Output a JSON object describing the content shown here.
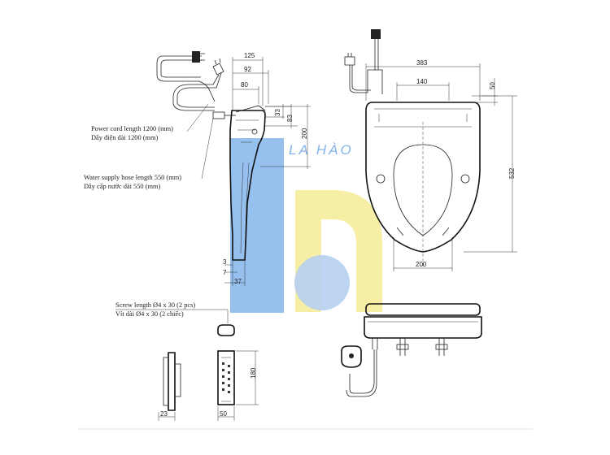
{
  "watermark": {
    "brand_text": "LA HÀO",
    "colors": {
      "blue": "#5b9ee6",
      "light_blue": "#a9c8f0",
      "yellow": "#f3e98a"
    }
  },
  "notes": {
    "power_cord_en": "Power cord length 1200 (mm)",
    "power_cord_vi": "Dây điện dài 1200 (mm)",
    "water_hose_en": "Water supply hose length 550 (mm)",
    "water_hose_vi": "Dây cấp nước dài 550 (mm)",
    "screw_en": "Screw length Ø4 x 30 (2 pcs)",
    "screw_vi": "Vít dài Ø4 x 30 (2 chiếc)"
  },
  "side_view": {
    "dim_125": "125",
    "dim_92": "92",
    "dim_80": "80",
    "dim_33": "33",
    "dim_83": "83",
    "dim_200": "200",
    "dim_3": "3",
    "dim_7": "7",
    "dim_37": "37"
  },
  "top_view": {
    "dim_383": "383",
    "dim_140": "140",
    "dim_50": "50",
    "dim_532": "532",
    "dim_200": "200"
  },
  "bracket_views": {
    "dim_23": "23",
    "dim_50": "50",
    "dim_180": "180"
  }
}
